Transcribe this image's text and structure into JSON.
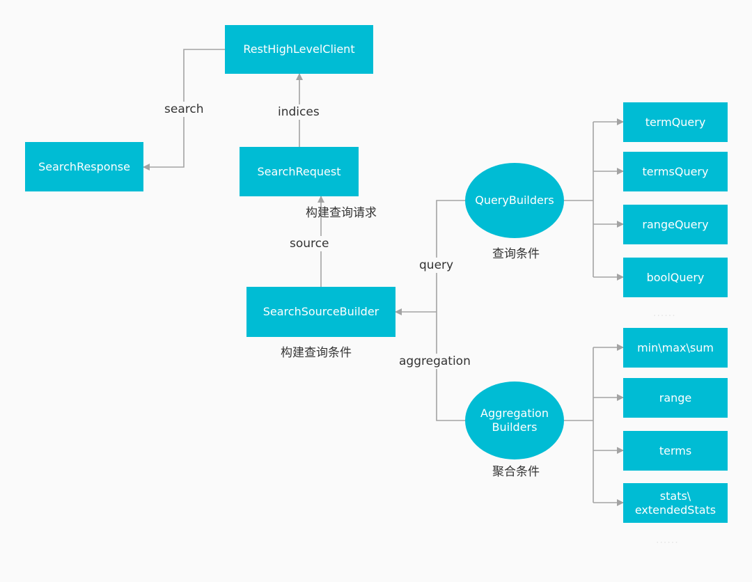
{
  "colors": {
    "node": "#00bcd4",
    "edge": "#a3a3a3",
    "text": "#333333"
  },
  "nodes": {
    "rest_client": "RestHighLevelClient",
    "search_response": "SearchResponse",
    "search_request": "SearchRequest",
    "search_source_builder": "SearchSourceBuilder",
    "query_builders": "QueryBuilders",
    "aggregation_builders": "Aggregation\nBuilders"
  },
  "query_items": [
    "termQuery",
    "termsQuery",
    "rangeQuery",
    "boolQuery"
  ],
  "aggregation_items": [
    "min\\max\\sum",
    "range",
    "terms",
    "stats\\\nextendedStats"
  ],
  "edge_labels": {
    "search": "search",
    "indices": "indices",
    "source": "source",
    "query": "query",
    "aggregation": "aggregation"
  },
  "annotations": {
    "build_request": "构建查询请求",
    "build_conditions": "构建查询条件",
    "query_conditions": "查询条件",
    "aggregation_conditions": "聚合条件"
  },
  "ellipses": {
    "query_more": "......",
    "aggregation_more": "......"
  }
}
